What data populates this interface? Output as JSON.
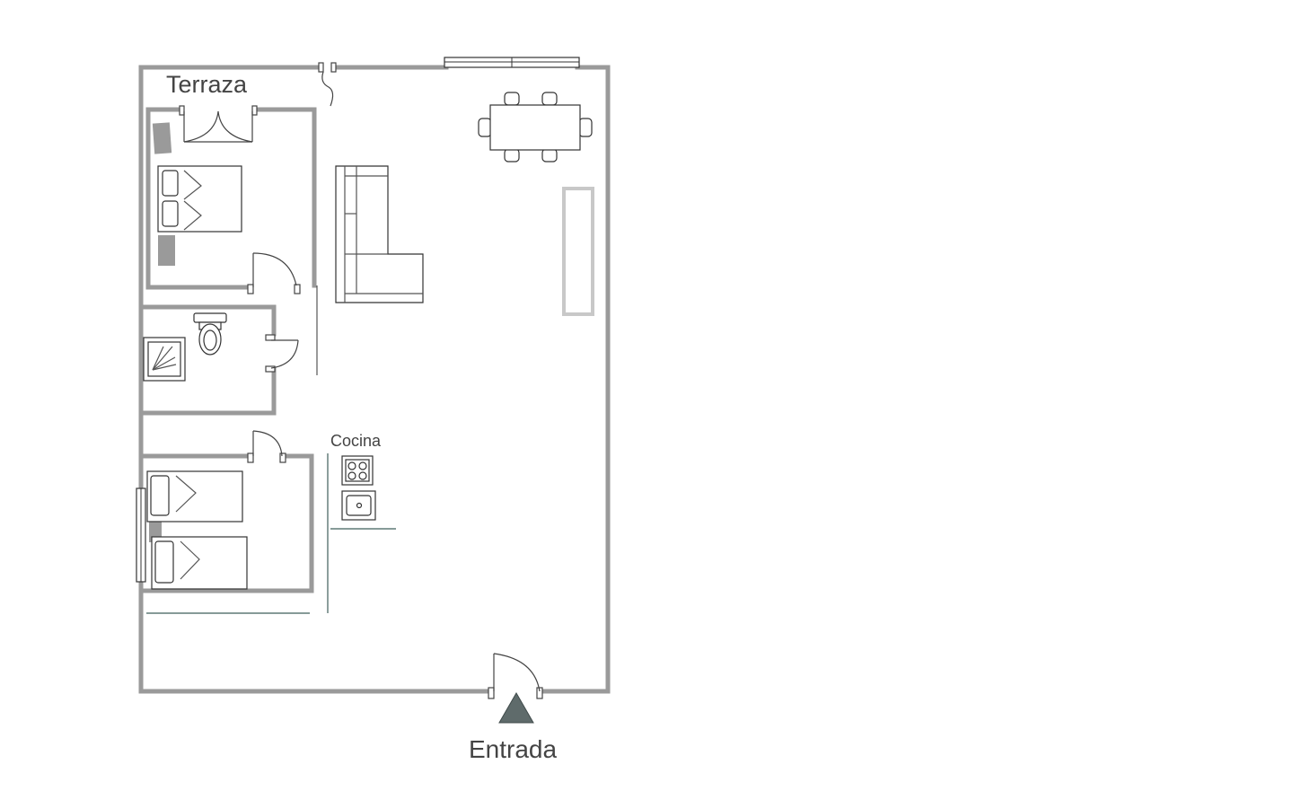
{
  "labels": {
    "terrace": "Terraza",
    "kitchen": "Cocina",
    "entrance": "Entrada"
  },
  "colors": {
    "wall": "#9a9a9a",
    "line": "#333333",
    "entrance_marker": "#5f6b6b",
    "cabinet_line": "#3f5f5a"
  }
}
